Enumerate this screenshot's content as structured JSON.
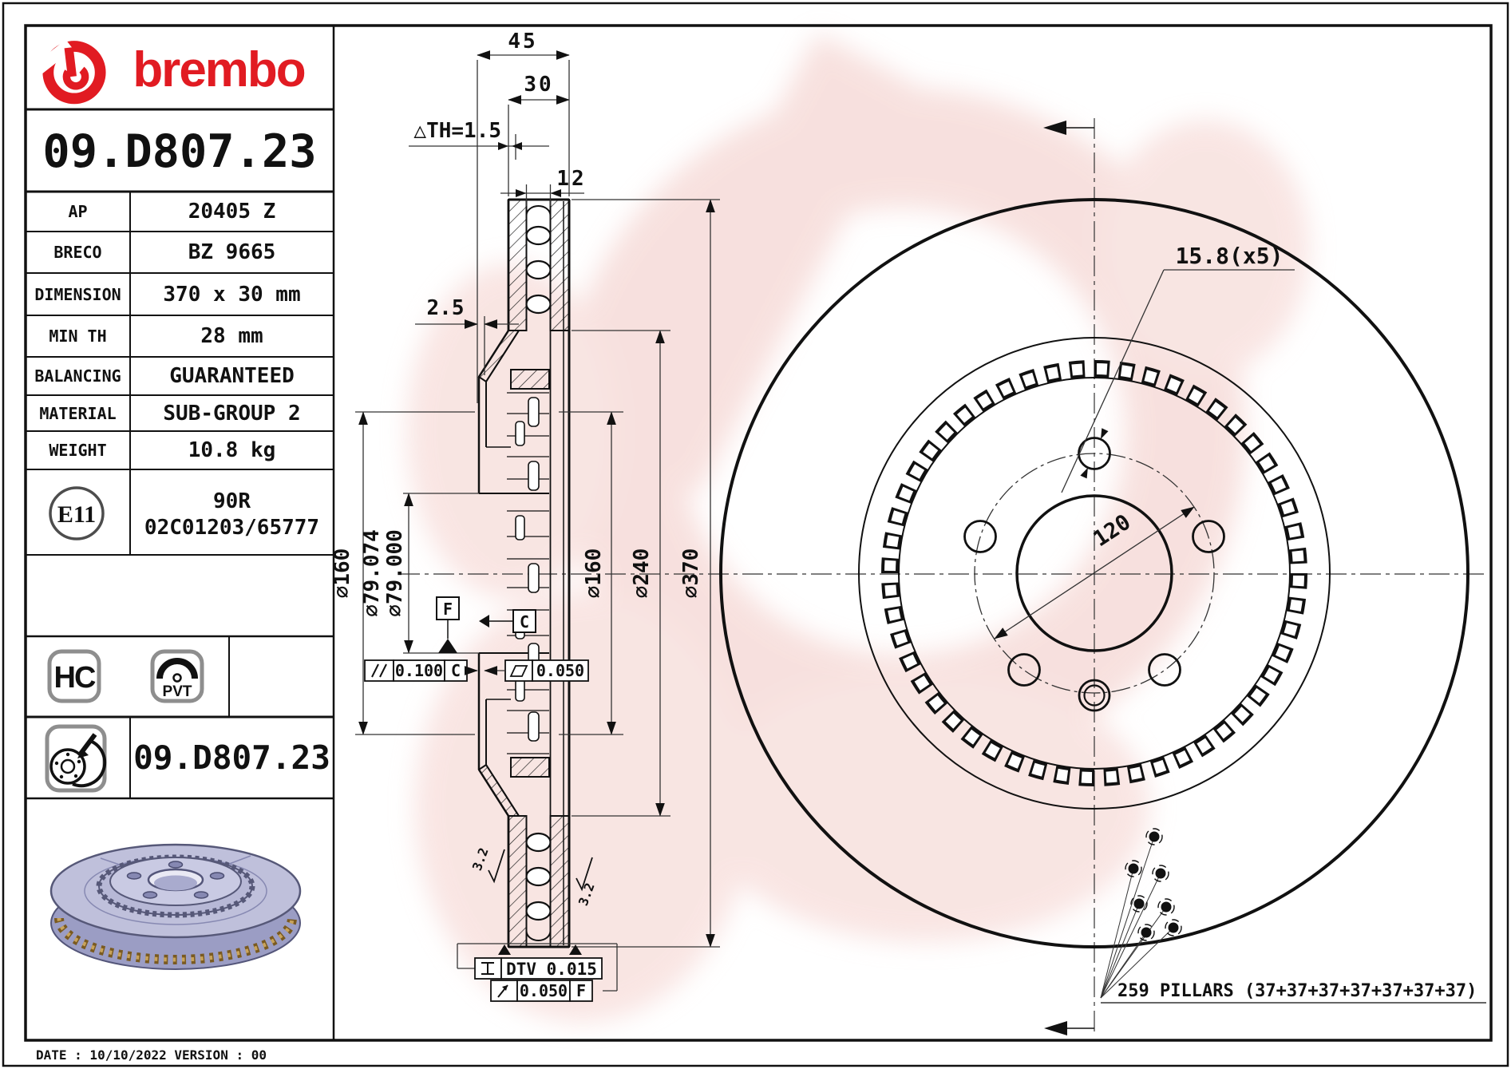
{
  "brand": {
    "name": "brembo"
  },
  "part": {
    "number": "09.D807.23"
  },
  "table": {
    "rows": [
      {
        "label": "AP",
        "value": "20405 Z"
      },
      {
        "label": "BRECO",
        "value": "BZ 9665"
      },
      {
        "label": "DIMENSION",
        "value": "370 x 30 mm"
      },
      {
        "label": "MIN TH",
        "value": "28 mm"
      },
      {
        "label": "BALANCING",
        "value": "GUARANTEED"
      },
      {
        "label": "MATERIAL",
        "value": "SUB-GROUP 2"
      },
      {
        "label": "WEIGHT",
        "value": "10.8 kg"
      }
    ],
    "e11": {
      "badge": "E11",
      "line1": "90R",
      "line2": "02C01203/65777"
    },
    "badges": {
      "hc": "HC",
      "pvt": "PVT"
    },
    "footer_part_number": "09.D807.23"
  },
  "footer": {
    "text": "DATE : 10/10/2022 VERSION : 00"
  },
  "section": {
    "dims": {
      "width_total": "45",
      "width_band": "30",
      "wear": "△TH=1.5",
      "vent": "12",
      "hat_wall": "2.5",
      "d160_left": "∅160",
      "d79a": "∅79.074",
      "d79b": "∅79.000",
      "d160_right": "∅160",
      "d240": "∅240",
      "d370": "∅370",
      "rough_left": "3.2",
      "rough_right": "3.2"
    },
    "frames": {
      "parallelism_value": "0.100",
      "parallelism_datum": "C",
      "flatness_value": "0.050",
      "dtv": "DTV 0.015",
      "runout_value": "0.050",
      "runout_datum": "F"
    },
    "datums": {
      "c": "C",
      "f": "F"
    }
  },
  "front": {
    "bolt_holes": "15.8(x5)",
    "bolt_circle": "120",
    "pillars": "259 PILLARS (37+37+37+37+37+37+37)"
  },
  "colors": {
    "accent_red": "#e11b22",
    "watermark_pink": "#f3cdc9",
    "disc_lavender": "#bfc0db",
    "pillar_gold": "#8a6a2f",
    "line": "#111111"
  }
}
